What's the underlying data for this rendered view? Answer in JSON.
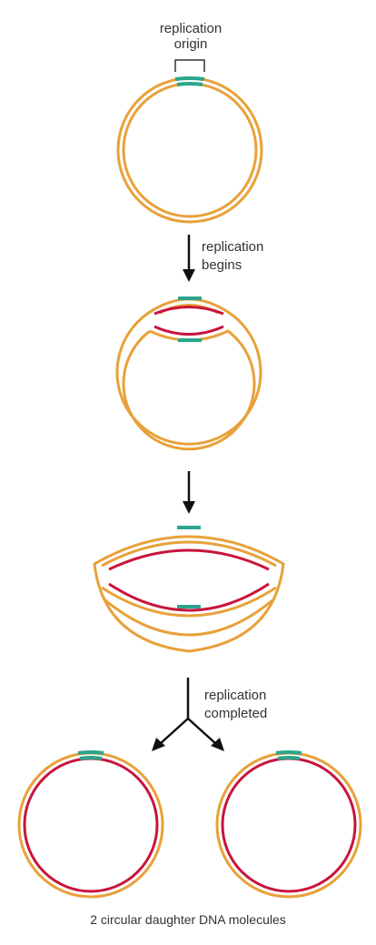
{
  "labels": {
    "origin_line1": "replication",
    "origin_line2": "origin",
    "begins_line1": "replication",
    "begins_line2": "begins",
    "completed_line1": "replication",
    "completed_line2": "completed",
    "caption": "2 circular daughter DNA molecules"
  },
  "colors": {
    "parent_strand": "#E8A13A",
    "new_strand": "#C8143C",
    "origin_segment": "#2BA58C",
    "arrow": "#111111",
    "text": "#333333"
  },
  "stages": [
    "parent-circle",
    "replication-bubble",
    "late-replication-theta",
    "daughter-molecules"
  ]
}
